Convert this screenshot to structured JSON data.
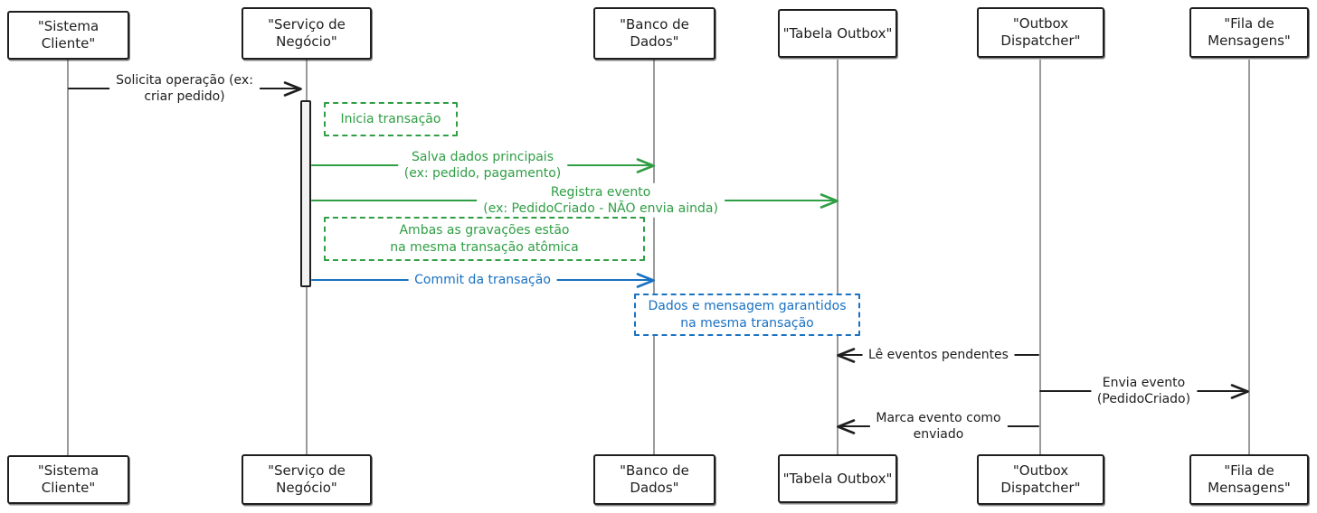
{
  "diagram_type": "sequence-diagram",
  "colors": {
    "black": "#1e1e1e",
    "green": "#2f9e44",
    "blue": "#1971c2",
    "lifeline_gray": "#9a9a9a",
    "background": "#ffffff"
  },
  "participants": [
    {
      "id": "sistema-cliente",
      "name": "\"Sistema Cliente\""
    },
    {
      "id": "servico-negocio",
      "name": "\"Serviço de\nNegócio\""
    },
    {
      "id": "banco-dados",
      "name": "\"Banco de\nDados\""
    },
    {
      "id": "tabela-outbox",
      "name": "\"Tabela Outbox\""
    },
    {
      "id": "outbox-dispatcher",
      "name": "\"Outbox\nDispatcher\""
    },
    {
      "id": "fila-mensagens",
      "name": "\"Fila de\nMensagens\""
    }
  ],
  "messages": [
    {
      "from": "Sistema Cliente",
      "to": "Serviço de Negócio",
      "direction": "right",
      "color": "#1e1e1e",
      "text": "Solicita operação (ex:\ncriar pedido)"
    },
    {
      "from": "Serviço de Negócio",
      "to": "Banco de Dados",
      "direction": "right",
      "color": "#2f9e44",
      "text": "Salva dados principais\n(ex: pedido, pagamento)"
    },
    {
      "from": "Serviço de Negócio",
      "to": "Tabela Outbox",
      "direction": "right",
      "color": "#2f9e44",
      "text": "Registra evento\n(ex: PedidoCriado - NÃO envia ainda)"
    },
    {
      "from": "Serviço de Negócio",
      "to": "Banco de Dados",
      "direction": "right",
      "color": "#1971c2",
      "text": "Commit da transação"
    },
    {
      "from": "Outbox Dispatcher",
      "to": "Tabela Outbox",
      "direction": "left",
      "color": "#1e1e1e",
      "text": "Lê eventos pendentes"
    },
    {
      "from": "Outbox Dispatcher",
      "to": "Fila de Mensagens",
      "direction": "right",
      "color": "#1e1e1e",
      "text": "Envia evento\n(PedidoCriado)"
    },
    {
      "from": "Outbox Dispatcher",
      "to": "Tabela Outbox",
      "direction": "left",
      "color": "#1e1e1e",
      "text": "Marca evento como\nenviado"
    }
  ],
  "notes": [
    {
      "anchor": "Serviço de Negócio",
      "color": "#2f9e44",
      "text": "Inicia transação"
    },
    {
      "anchor": "Serviço de Negócio",
      "color": "#2f9e44",
      "text": "Ambas as gravações estão\nna mesma transação atômica"
    },
    {
      "anchor": "Banco de Dados",
      "color": "#1971c2",
      "text": "Dados e mensagem garantidos\nna mesma transação"
    }
  ]
}
